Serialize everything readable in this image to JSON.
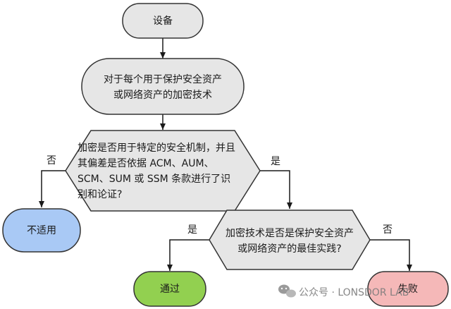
{
  "nodes": {
    "device": {
      "label": "设备",
      "fill": "#e6e6e6"
    },
    "crypto_tech": {
      "lines": [
        "对于每个用于保护安全资产",
        "或网络资产的加密技术"
      ],
      "fill": "#e6e6e6"
    },
    "mechanism_check": {
      "lines": [
        "加密是否用于特定的安全机制，并且",
        "其偏差是否依据 ACM、AUM、",
        "SCM、SUM 或 SSM 条款进行了识",
        "别和论证?"
      ],
      "fill": "#e6e6e6"
    },
    "not_applicable": {
      "label": "不适用",
      "fill": "#a9c9f5"
    },
    "best_practice_check": {
      "lines": [
        "加密技术是否是保护安全资产",
        "或网络资产的最佳实践?"
      ],
      "fill": "#e6e6e6"
    },
    "pass": {
      "label": "通过",
      "fill": "#92d050"
    },
    "fail": {
      "label": "失败",
      "fill": "#f5b8b8"
    }
  },
  "edge_labels": {
    "mechanism_no": "否",
    "mechanism_yes": "是",
    "best_yes": "是",
    "best_no": "否"
  },
  "watermark": {
    "text": "公众号 · LONSDOR LAB",
    "icon": "wechat-icon"
  },
  "colors": {
    "stroke": "#333333",
    "arrow": "#1a1a1a"
  }
}
